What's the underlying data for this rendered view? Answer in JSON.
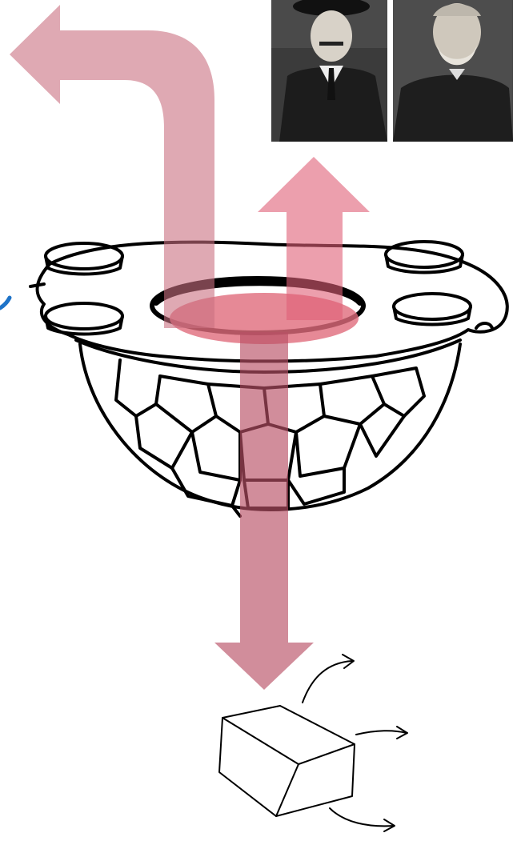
{
  "figure": {
    "elements": [
      {
        "name": "bowl",
        "kind": "hand-drawn stone bowl with four rim lugs"
      },
      {
        "name": "arrow-up-left",
        "kind": "bent arrow leaving bowl upward then left"
      },
      {
        "name": "arrow-up",
        "kind": "straight arrow leaving bowl upward"
      },
      {
        "name": "arrow-down",
        "kind": "straight arrow leaving bowl downward"
      },
      {
        "name": "cube",
        "kind": "hand-drawn box with three small arrows"
      },
      {
        "name": "portrait-left",
        "kind": "photo of man in bowler hat and coat"
      },
      {
        "name": "portrait-right",
        "kind": "photo of bearded elderly man"
      }
    ],
    "colors": {
      "arrow": "#d98a96",
      "arrow_up": "#e58795",
      "ink": "#000000",
      "hole_fill": "#e06b7c",
      "edge_mark": "#1e73c8"
    }
  }
}
